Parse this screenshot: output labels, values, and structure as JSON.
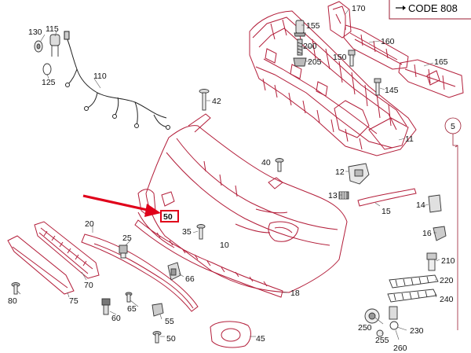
{
  "colors": {
    "part_line": "#b31e3a",
    "arrow": "#e0001a",
    "text": "#111111",
    "frame": "#9b1b30"
  },
  "legend": {
    "code_text": "CODE 808"
  },
  "highlight": {
    "label": "50",
    "note": "red arrow points to part 50"
  },
  "callouts": [
    {
      "id": "c130",
      "text": "130"
    },
    {
      "id": "c115",
      "text": "115"
    },
    {
      "id": "c125",
      "text": "125"
    },
    {
      "id": "c110",
      "text": "110"
    },
    {
      "id": "c42",
      "text": "42"
    },
    {
      "id": "c170",
      "text": "170"
    },
    {
      "id": "c155",
      "text": "155"
    },
    {
      "id": "c200",
      "text": "200"
    },
    {
      "id": "c205",
      "text": "205"
    },
    {
      "id": "c160",
      "text": "160"
    },
    {
      "id": "c150",
      "text": "150"
    },
    {
      "id": "c165",
      "text": "165"
    },
    {
      "id": "c145",
      "text": "145"
    },
    {
      "id": "c5",
      "text": "5"
    },
    {
      "id": "c11",
      "text": "11"
    },
    {
      "id": "c40",
      "text": "40"
    },
    {
      "id": "c12",
      "text": "12"
    },
    {
      "id": "c13",
      "text": "13"
    },
    {
      "id": "c15",
      "text": "15"
    },
    {
      "id": "c14",
      "text": "14"
    },
    {
      "id": "c16",
      "text": "16"
    },
    {
      "id": "c20",
      "text": "20"
    },
    {
      "id": "c35",
      "text": "35"
    },
    {
      "id": "c25",
      "text": "25"
    },
    {
      "id": "c10",
      "text": "10"
    },
    {
      "id": "c210",
      "text": "210"
    },
    {
      "id": "c70",
      "text": "70"
    },
    {
      "id": "c66",
      "text": "66"
    },
    {
      "id": "c220",
      "text": "220"
    },
    {
      "id": "c80",
      "text": "80"
    },
    {
      "id": "c75",
      "text": "75"
    },
    {
      "id": "c18",
      "text": "18"
    },
    {
      "id": "c240",
      "text": "240"
    },
    {
      "id": "c65",
      "text": "65"
    },
    {
      "id": "c60",
      "text": "60"
    },
    {
      "id": "c55",
      "text": "55"
    },
    {
      "id": "c250",
      "text": "250"
    },
    {
      "id": "c230",
      "text": "230"
    },
    {
      "id": "c50",
      "text": "50"
    },
    {
      "id": "c45",
      "text": "45"
    },
    {
      "id": "c255",
      "text": "255"
    },
    {
      "id": "c260",
      "text": "260"
    }
  ]
}
